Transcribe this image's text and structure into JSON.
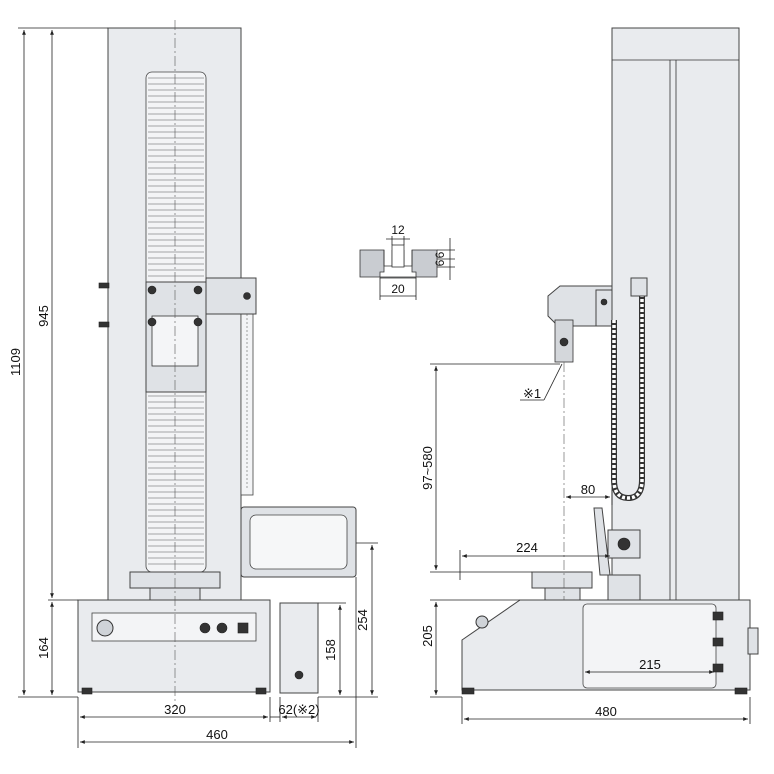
{
  "front_view": {
    "dim_total_height": "1109",
    "dim_column_height": "945",
    "dim_base_height": "164",
    "dim_controller_height_outer": "254",
    "dim_controller_height_inner": "158",
    "dim_base_width": "320",
    "dim_controller_width": "62(※2)",
    "dim_total_width": "460"
  },
  "t_slot_detail": {
    "dim_slot_width": "12",
    "dim_slot_depth_a": "6",
    "dim_slot_depth_b": "6",
    "dim_head_width": "20"
  },
  "side_view": {
    "note_label": "※1",
    "dim_stroke": "97~580",
    "dim_offset": "80",
    "dim_throat": "224",
    "dim_base_height": "205",
    "dim_panel_width": "215",
    "dim_total_depth": "480"
  },
  "colors": {
    "body": "#e9ebee",
    "line": "#333333"
  }
}
